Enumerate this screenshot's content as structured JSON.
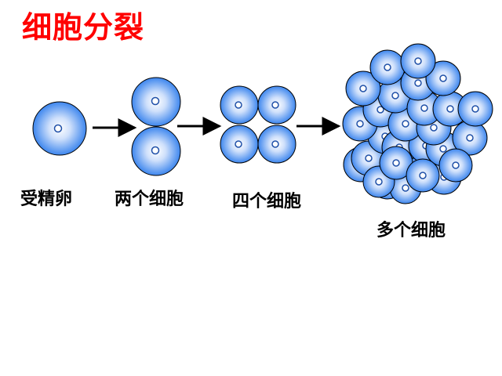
{
  "title": "细胞分裂",
  "stages": [
    {
      "label": "受精卵",
      "cell_count": 1
    },
    {
      "label": "两个细胞",
      "cell_count": 2
    },
    {
      "label": "四个细胞",
      "cell_count": 4
    },
    {
      "label": "多个细胞",
      "cell_count": "many"
    }
  ],
  "colors": {
    "title": "#ff0000",
    "cell_center": "#ffffff",
    "cell_edge": "#4b8ff0",
    "cell_outline": "#000000",
    "nucleus_fill": "#6aa9f4",
    "arrow": "#000000"
  }
}
